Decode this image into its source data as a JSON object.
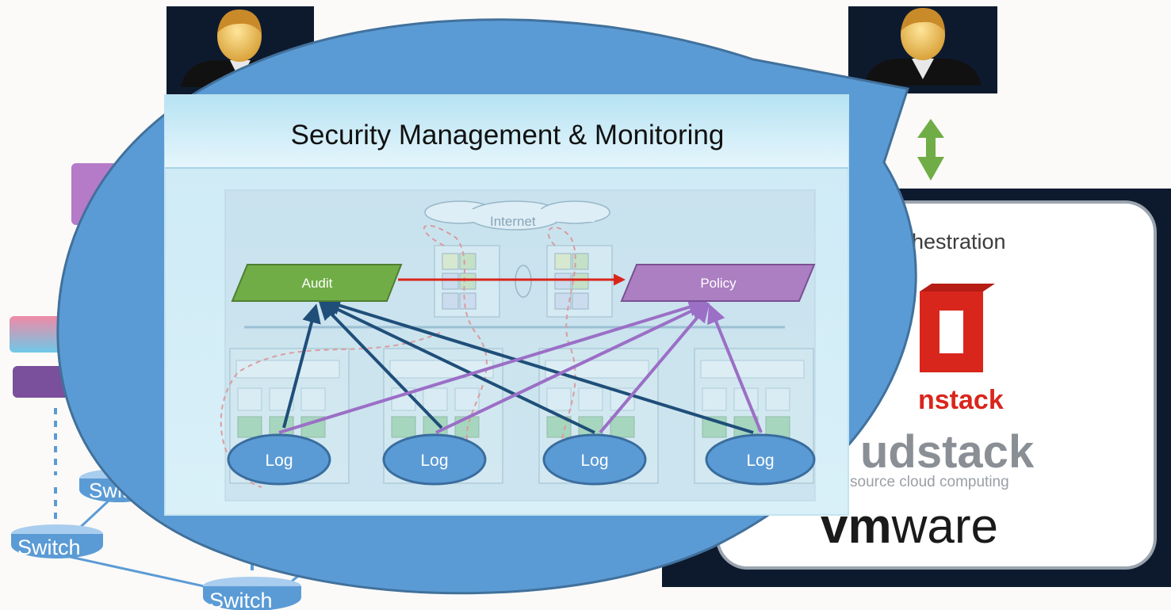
{
  "title": "Security Management & Monitoring",
  "internet_label": "Internet",
  "audit_label": "Audit",
  "policy_label": "Policy",
  "log_labels": [
    "Log",
    "Log",
    "Log",
    "Log"
  ],
  "switch_labels": [
    "Switch",
    "Switch",
    "Switch"
  ],
  "orchestration": {
    "heading": "hestration",
    "openstack": "nstack",
    "cloudstack": "udstack",
    "cloudstack_tagline": "source cloud computing",
    "vmware_bold": "vm",
    "vmware_rest": "ware"
  },
  "colors": {
    "bubble": "#5b9bd5",
    "panel": "#c8e8f4",
    "audit": "#70ad47",
    "policy": "#ab7fc1",
    "log": "#5b9bd5",
    "navy_arrow": "#1f4e79",
    "purple_arrow": "#9b6fc6",
    "red_arrow": "#d9261c",
    "green_arrow": "#70ad47"
  }
}
